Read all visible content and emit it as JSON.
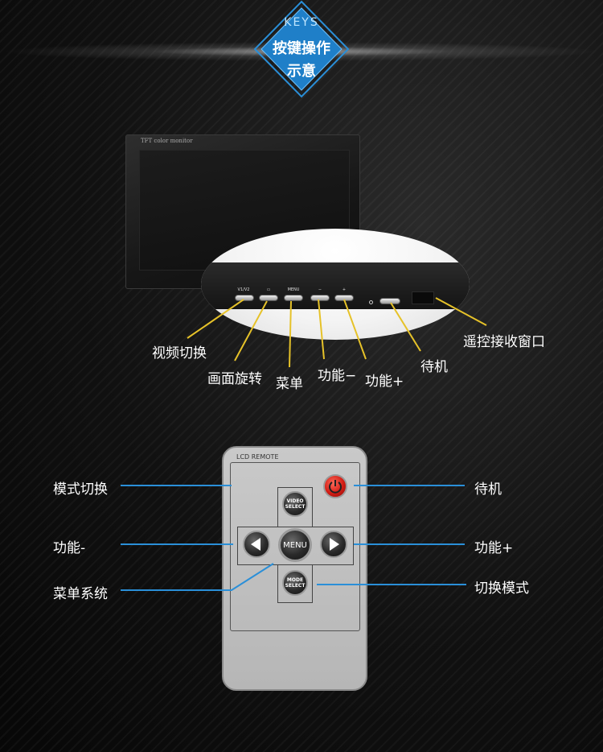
{
  "header": {
    "keyword": "KEYS",
    "title": "按键操作",
    "subtitle": "示意"
  },
  "monitor": {
    "brand": "TFT color monitor",
    "button_labels": [
      "V1/V2",
      "▭",
      "MENU",
      "−",
      "+"
    ]
  },
  "monitor_callouts": {
    "video_switch": "视频切换",
    "rotate": "画面旋转",
    "menu": "菜单",
    "func_minus": "功能−",
    "func_plus": "功能+",
    "standby": "待机",
    "ir_window": "遥控接收窗口"
  },
  "remote": {
    "brand": "LCD REMOTE",
    "video_select": [
      "VIDEO",
      "SELECT"
    ],
    "menu": "MENU",
    "mode_select": [
      "MODE",
      "SELECT"
    ]
  },
  "remote_callouts": {
    "mode_switch": "模式切换",
    "func_minus": "功能-",
    "menu_system": "菜单系统",
    "standby": "待机",
    "func_plus": "功能+",
    "switch_mode": "切换模式"
  },
  "colors": {
    "accent_blue": "#2a8fd8",
    "power_red": "#d21c14"
  }
}
